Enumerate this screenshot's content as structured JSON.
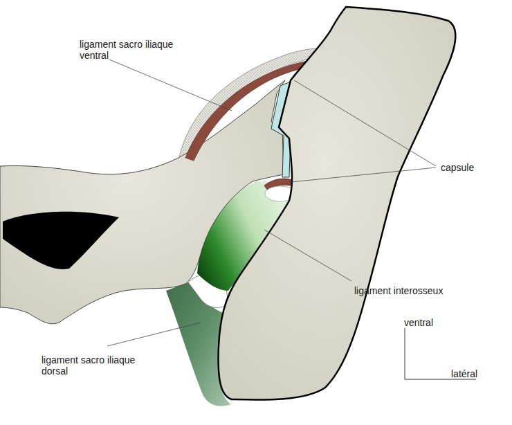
{
  "diagram": {
    "labels": [
      "ligament sacro iliaque ventral",
      "capsule",
      "ligament interosseux",
      "ventral",
      "ligament sacro iliaque dorsal",
      "latéral"
    ]
  }
}
